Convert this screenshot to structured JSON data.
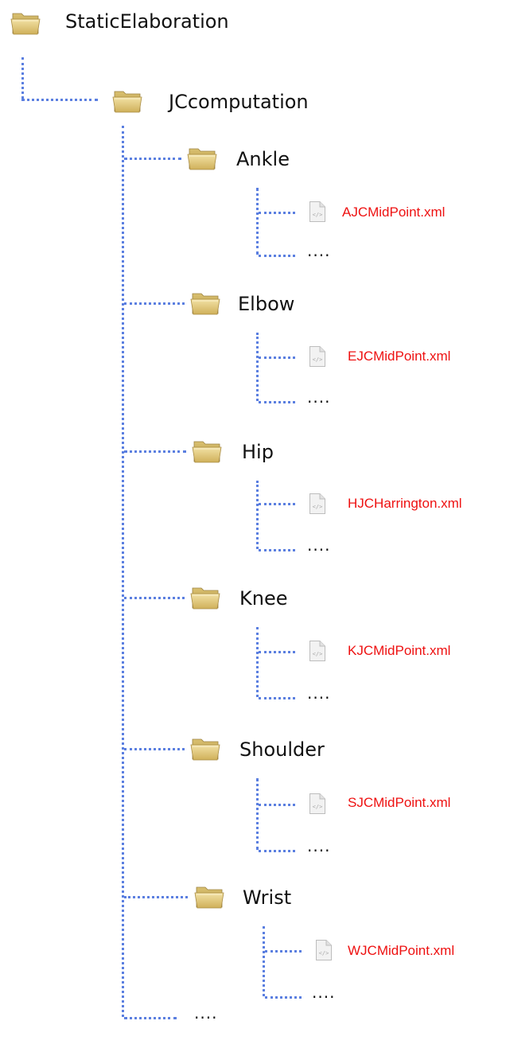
{
  "root": {
    "label": "StaticElaboration"
  },
  "computation": {
    "label": "JCcomputation"
  },
  "folders": [
    {
      "label": "Ankle",
      "file": "AJCMidPoint.xml",
      "more": "...."
    },
    {
      "label": "Elbow",
      "file": "EJCMidPoint.xml",
      "more": "...."
    },
    {
      "label": "Hip",
      "file": "HJCHarrington.xml",
      "more": "...."
    },
    {
      "label": "Knee",
      "file": "KJCMidPoint.xml",
      "more": "...."
    },
    {
      "label": "Shoulder",
      "file": "SJCMidPoint.xml",
      "more": "...."
    },
    {
      "label": "Wrist",
      "file": "WJCMidPoint.xml",
      "more": "...."
    }
  ],
  "more": "....",
  "colors": {
    "connector": "#5b7fe0",
    "file_text": "#ee1111",
    "folder": "#e6cf82"
  }
}
